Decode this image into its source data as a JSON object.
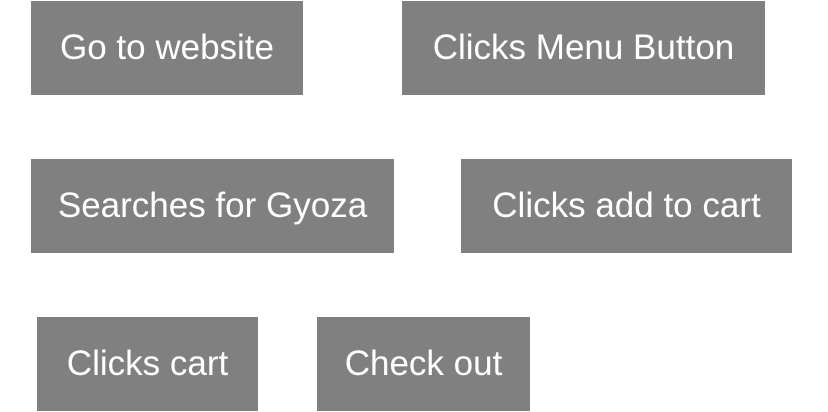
{
  "colors": {
    "background": "#ffffff",
    "box_fill": "#808080",
    "box_text": "#ffffff"
  },
  "steps": [
    {
      "label": "Go to website"
    },
    {
      "label": "Clicks Menu Button"
    },
    {
      "label": "Searches for Gyoza"
    },
    {
      "label": "Clicks add to cart"
    },
    {
      "label": "Clicks cart"
    },
    {
      "label": "Check out"
    }
  ]
}
